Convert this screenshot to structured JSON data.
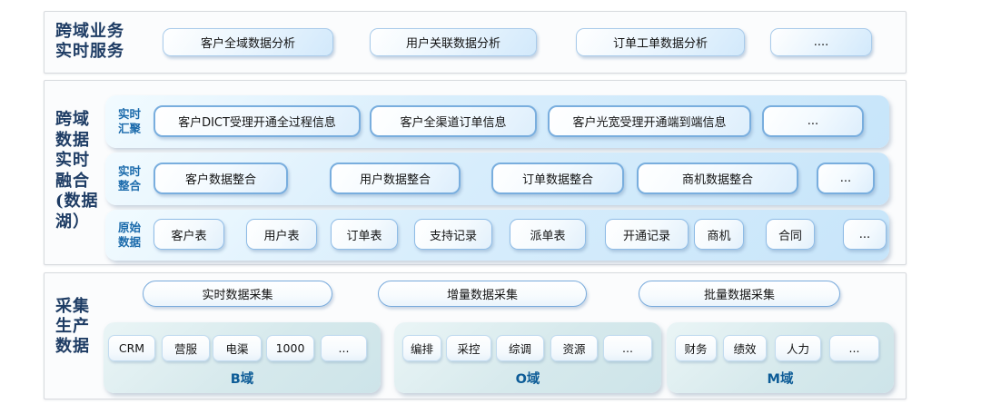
{
  "colors": {
    "label_navy": "#1e3c64",
    "row_label_blue": "#1a6aab",
    "group_label_blue": "#0d5c97",
    "button_border_strong": "#79aede",
    "button_border_light": "#a9cbea",
    "row_band_bg": "#cfe9fb",
    "group_box_bg": "#d6e9ec",
    "panel_border": "#d7dade"
  },
  "panels": {
    "services": {
      "label_lines": [
        "跨域业务",
        "实时服务"
      ],
      "buttons": [
        "客户全域数据分析",
        "用户关联数据分析",
        "订单工单数据分析",
        "...."
      ]
    },
    "fusion": {
      "label_lines": [
        "跨域",
        "数据",
        "实时",
        "融合",
        "(数据",
        "湖）"
      ],
      "rows": [
        {
          "label_lines": [
            "实时",
            "汇聚"
          ],
          "buttons": [
            "客户DICT受理开通全过程信息",
            "客户全渠道订单信息",
            "客户光宽受理开通端到端信息",
            "..."
          ]
        },
        {
          "label_lines": [
            "实时",
            "整合"
          ],
          "buttons": [
            "客户数据整合",
            "用户数据整合",
            "订单数据整合",
            "商机数据整合",
            "..."
          ]
        },
        {
          "label_lines": [
            "原始",
            "数据"
          ],
          "buttons": [
            "客户表",
            "用户表",
            "订单表",
            "支持记录",
            "派单表",
            "开通记录",
            "商机",
            "合同",
            "..."
          ]
        }
      ]
    },
    "collection": {
      "label_lines": [
        "采集",
        "生产",
        "数据"
      ],
      "pills": [
        "实时数据采集",
        "增量数据采集",
        "批量数据采集"
      ],
      "groups": [
        {
          "name": "B域",
          "buttons": [
            "CRM",
            "营服",
            "电渠",
            "1000",
            "..."
          ]
        },
        {
          "name": "O域",
          "buttons": [
            "编排",
            "采控",
            "综调",
            "资源",
            "..."
          ]
        },
        {
          "name": "M域",
          "buttons": [
            "财务",
            "绩效",
            "人力",
            "..."
          ]
        }
      ]
    }
  }
}
